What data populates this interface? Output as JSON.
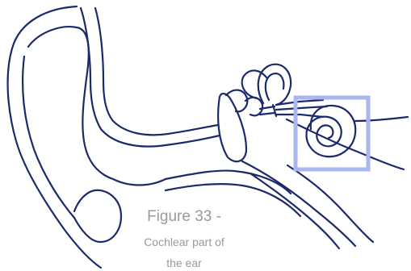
{
  "figure": {
    "caption_title": "Figure 33 -",
    "caption_line2": "Cochlear part of",
    "caption_line3": "the ear"
  },
  "colors": {
    "outline": "#1c2a6b",
    "highlight": "#aab6ee",
    "caption_text": "#9a9a9a",
    "background": "#ffffff"
  }
}
